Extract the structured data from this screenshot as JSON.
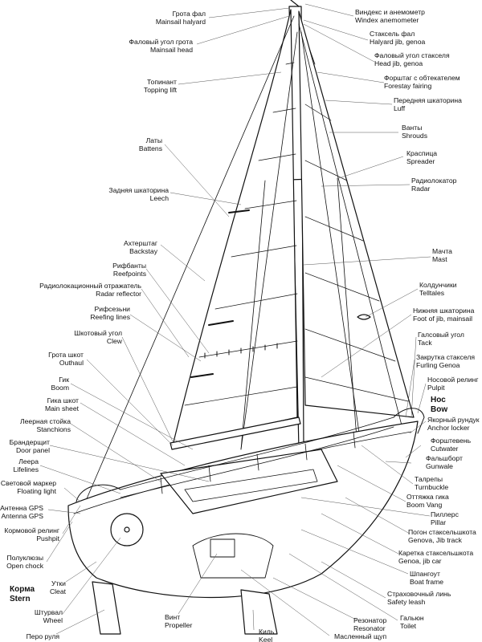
{
  "labels": {
    "windex": {
      "ru": "Виндекс и анемометр",
      "en": "Windex  anemometer"
    },
    "mainsail_halyard": {
      "ru": "Грота фал",
      "en": "Mainsail halyard"
    },
    "jib_halyard": {
      "ru": "Стаксель фал",
      "en": "Halyard jib, genoa"
    },
    "mainsail_head": {
      "ru": "Фаловый угол грота",
      "en": "Mainsail head"
    },
    "head_jib": {
      "ru": "Фаловый угол стакселя",
      "en": "Head jib, genoa"
    },
    "forestay_fairing": {
      "ru": "Форштаг с обтекателем",
      "en": "Forestay fairing"
    },
    "topping_lift": {
      "ru": "Топинант",
      "en": "Topping lift"
    },
    "luff": {
      "ru": "Передняя шкаторина",
      "en": "Luff"
    },
    "shrouds": {
      "ru": "Ванты",
      "en": "Shrouds"
    },
    "battens": {
      "ru": "Латы",
      "en": "Battens"
    },
    "spreader": {
      "ru": "Краспица",
      "en": "Spreader"
    },
    "leech": {
      "ru": "Задняя шкаторина",
      "en": "Leech"
    },
    "radar": {
      "ru": "Радиолокатор",
      "en": "Radar"
    },
    "backstay": {
      "ru": "Ахтерштаг",
      "en": "Backstay"
    },
    "mast": {
      "ru": "Мачта",
      "en": "Mast"
    },
    "reefpoints": {
      "ru": "Рифбанты",
      "en": "Reefpoints"
    },
    "radar_reflector": {
      "ru": "Радиолокационный отражатель",
      "en": "Radar reflector"
    },
    "telltales": {
      "ru": "Колдунчики",
      "en": "Telltales"
    },
    "reefing_lines": {
      "ru": "Рифсезьни",
      "en": "Reefing lines"
    },
    "foot": {
      "ru": "Нижняя шкаторина",
      "en": "Foot of jib, mainsail"
    },
    "clew": {
      "ru": "Шкотовый угол",
      "en": "Clew"
    },
    "tack": {
      "ru": "Галсовый угол",
      "en": "Tack"
    },
    "outhaul": {
      "ru": "Грота шкот",
      "en": "Outhaul"
    },
    "furling": {
      "ru": "Закрутка стакселя",
      "en": "Furling Genoa"
    },
    "boom": {
      "ru": "Гик",
      "en": "Boom"
    },
    "pulpit": {
      "ru": "Носовой релинг",
      "en": "Pulpit"
    },
    "main_sheet": {
      "ru": "Гика шкот",
      "en": "Main sheet"
    },
    "bow": {
      "ru": "Нос",
      "en": "Bow"
    },
    "stanchions": {
      "ru": "Леерная стойка",
      "en": "Stanchions"
    },
    "anchor_locker": {
      "ru": "Якорный рундук",
      "en": "Anchor locker"
    },
    "door_panel": {
      "ru": "Брандерщит",
      "en": "Door panel"
    },
    "cutwater": {
      "ru": "Форштевень",
      "en": "Cutwater"
    },
    "lifelines": {
      "ru": "Леера",
      "en": "Lifelines"
    },
    "gunwale": {
      "ru": "Фальшборт",
      "en": "Gunwale"
    },
    "floating_light": {
      "ru": "Световой маркер",
      "en": "Floating light"
    },
    "turnbuckle": {
      "ru": "Талрепы",
      "en": "Turnbuckle"
    },
    "antenna_gps": {
      "ru": "Антенна GPS",
      "en": "Antenna GPS"
    },
    "boom_vang": {
      "ru": "Оттяжка гика",
      "en": "Boom Vang"
    },
    "pillar": {
      "ru": "Пиллерс",
      "en": "Pillar"
    },
    "pushpit": {
      "ru": "Кормовой релинг",
      "en": "Pushpit"
    },
    "genoa_jib_track": {
      "ru": "Погон стаксельшкота",
      "en": "Genova, Jib track"
    },
    "open_chock": {
      "ru": "Полуклюзы",
      "en": "Open chock"
    },
    "genoa_jib_car": {
      "ru": "Каретка стаксельшкота",
      "en": "Genoa, jib car"
    },
    "cleat": {
      "ru": "Утки",
      "en": "Cleat"
    },
    "boat_frame": {
      "ru": "Шпангоут",
      "en": "Boat frame"
    },
    "stern": {
      "ru": "Корма",
      "en": "Stern"
    },
    "safety_leash": {
      "ru": "Страховочный линь",
      "en": "Safety leash"
    },
    "wheel": {
      "ru": "Штурвал",
      "en": "Wheel"
    },
    "propeller": {
      "ru": "Винт",
      "en": "Propeller"
    },
    "resonator": {
      "ru": "Резонатор",
      "en": "Resonator"
    },
    "toilet": {
      "ru": "Гальюн",
      "en": "Toilet"
    },
    "keel": {
      "ru": "Киль",
      "en": "Keel"
    },
    "rudder_blade": {
      "ru": "Перо руля",
      "en": ""
    },
    "dipstick": {
      "ru": "Масленный щуп",
      "en": ""
    }
  }
}
